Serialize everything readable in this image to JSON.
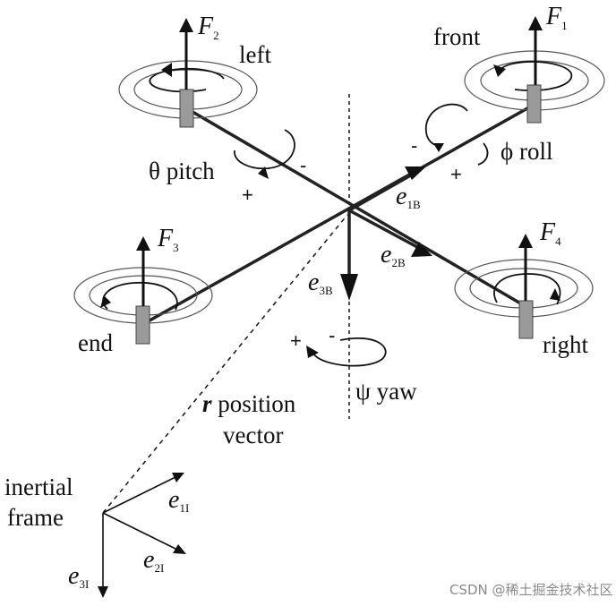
{
  "rotors": {
    "front": {
      "label": "front",
      "force": "F",
      "force_sub": "1"
    },
    "left": {
      "label": "left",
      "force": "F",
      "force_sub": "2"
    },
    "end": {
      "label": "end",
      "force": "F",
      "force_sub": "3"
    },
    "right": {
      "label": "right",
      "force": "F",
      "force_sub": "4"
    }
  },
  "rotations": {
    "pitch": {
      "symbol": "θ",
      "label": "pitch",
      "minus": "-",
      "plus": "+"
    },
    "roll": {
      "symbol": "ϕ",
      "label": "roll",
      "minus": "-",
      "plus": "+"
    },
    "yaw": {
      "symbol": "ψ",
      "label": "yaw",
      "minus": "-",
      "plus": "+"
    }
  },
  "body_axes": {
    "e1": {
      "symbol": "e",
      "sub": "1B"
    },
    "e2": {
      "symbol": "e",
      "sub": "2B"
    },
    "e3": {
      "symbol": "e",
      "sub": "3B"
    }
  },
  "position_vector": {
    "symbol": "r",
    "label_line1": "position",
    "label_line2": "vector"
  },
  "inertial_frame": {
    "label_line1": "inertial",
    "label_line2": "frame",
    "e1": {
      "symbol": "e",
      "sub": "1I"
    },
    "e2": {
      "symbol": "e",
      "sub": "2I"
    },
    "e3": {
      "symbol": "e",
      "sub": "3I"
    }
  },
  "watermark": "CSDN @稀土掘金技术社区"
}
